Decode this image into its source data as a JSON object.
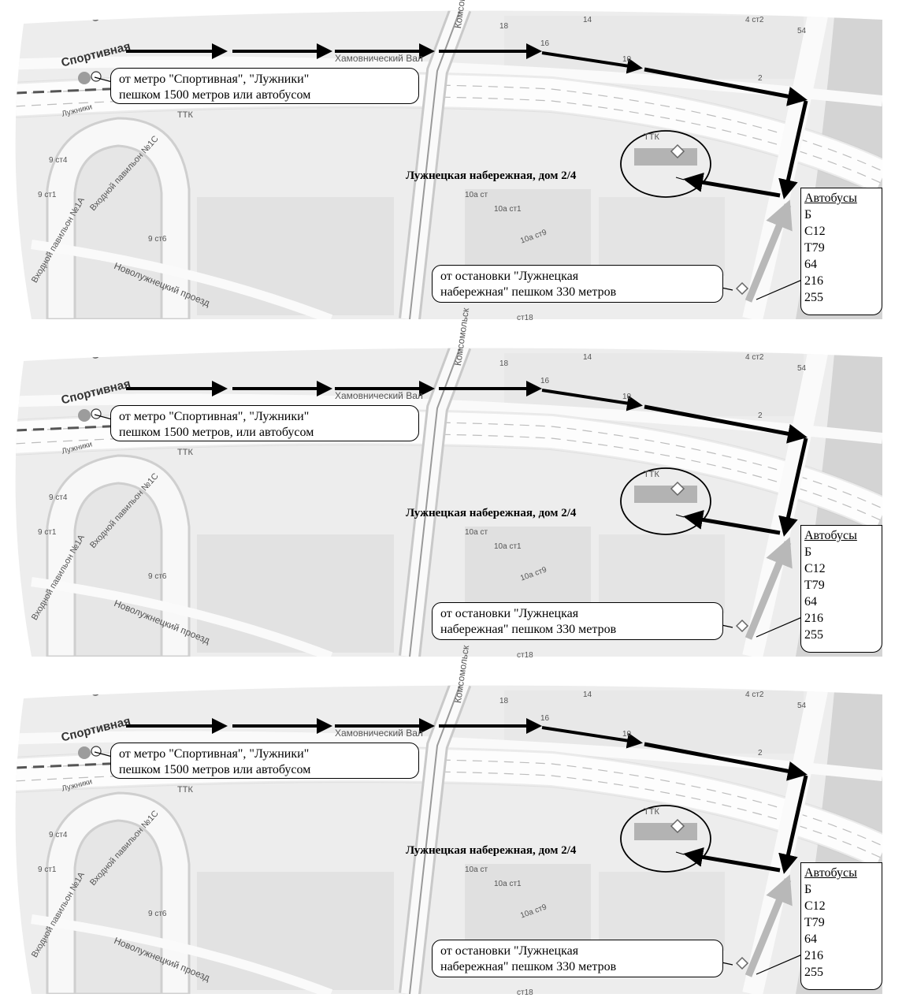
{
  "map": {
    "metro_station": "Спортивная",
    "metro_label": "Лужники",
    "street_khamovnichesky": "Хамовнический Вал",
    "street_komsomolsky": "Комсомольск",
    "ring": "ТТК",
    "ring2": "ТТК",
    "pavilion_1c": "Входной павильон №1С",
    "pavilion_1a": "Входной павильон №1А",
    "proezd": "Новолужнецкий проезд",
    "bld_9st4": "9 ст4",
    "bld_9st1": "9 ст1",
    "bld_9st6": "9 ст6",
    "bld_10ast1": "10а ст1",
    "bld_10ast9": "10а ст9",
    "bld_10ast": "10а ст",
    "bld_st18": "ст18",
    "bld_4st2": "4 ст2",
    "num_14": "14",
    "num_16": "16",
    "num_18": "18",
    "num_10": "10",
    "num_2": "2",
    "num_54": "54"
  },
  "panels": [
    {
      "metro_callout": [
        "от метро \"Спортивная\", \"Лужники\"",
        "пешком 1500 метров или автобусом"
      ],
      "destination": "Лужнецкая набережная, дом 2/4",
      "stop_callout": [
        "от остановки \"Лужнецкая",
        "набережная\" пешком 330 метров"
      ],
      "buses_title": "Автобусы",
      "buses": [
        "Б",
        "С12",
        "Т79",
        "64",
        "216",
        "255"
      ]
    },
    {
      "metro_callout": [
        "от метро \"Спортивная\", \"Лужники\"",
        "пешком 1500 метров, или автобусом"
      ],
      "destination": "Лужнецкая набережная, дом 2/4",
      "stop_callout": [
        "от остановки \"Лужнецкая",
        "набережная\" пешком 330 метров"
      ],
      "buses_title": "Автобусы",
      "buses": [
        "Б",
        "С12",
        "Т79",
        "64",
        "216",
        "255"
      ]
    },
    {
      "metro_callout": [
        "от метро \"Спортивная\", \"Лужники\"",
        "пешком 1500 метров или автобусом"
      ],
      "destination": "Лужнецкая набережная, дом 2/4",
      "stop_callout": [
        "от остановки \"Лужнецкая",
        "набережная\" пешком 330 метров"
      ],
      "buses_title": "Автобусы",
      "buses": [
        "Б",
        "С12",
        "Т79",
        "64",
        "216",
        "255"
      ]
    }
  ]
}
